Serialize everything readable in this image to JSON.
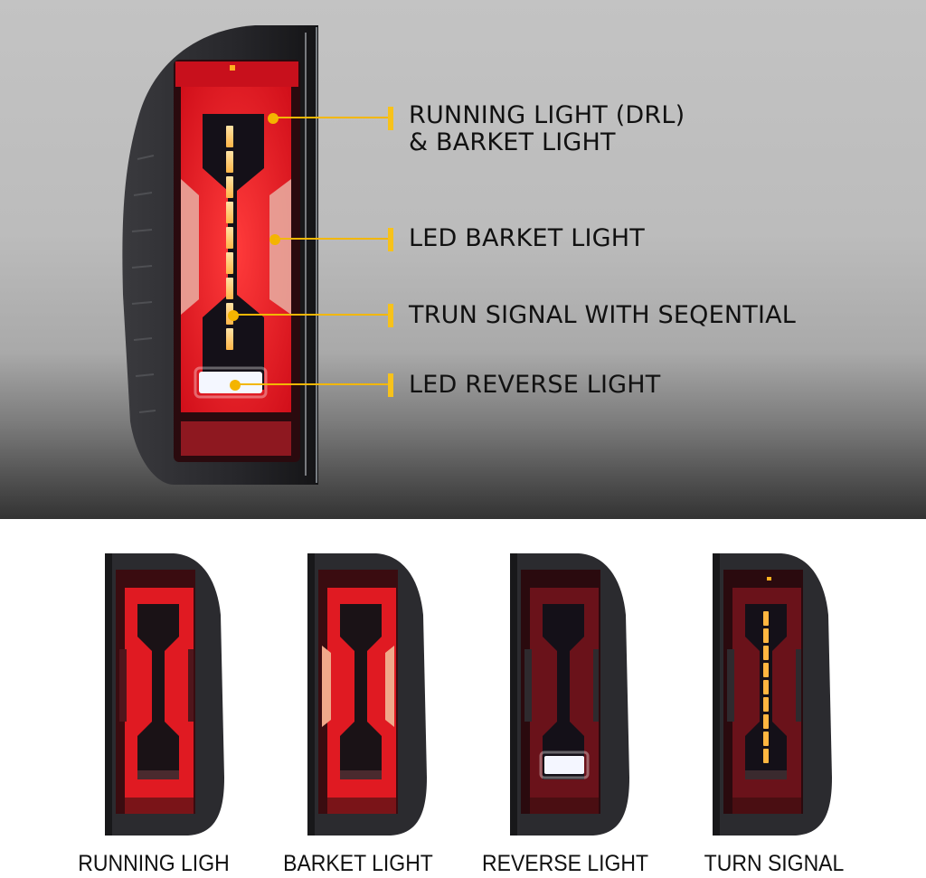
{
  "hero": {
    "callouts": [
      {
        "id": "running-drl",
        "lines": [
          "RUNNING LIGHT (DRL)",
          "& BARKET LIGHT"
        ]
      },
      {
        "id": "led-barket",
        "lines": [
          "LED BARKET LIGHT"
        ]
      },
      {
        "id": "turn-signal",
        "lines": [
          "TRUN SIGNAL WITH SEQENTIAL"
        ]
      },
      {
        "id": "reverse",
        "lines": [
          "LED REVERSE LIGHT"
        ]
      }
    ],
    "accent_color": "#f4b400",
    "background_top": "#c3c3c3",
    "background_bottom": "#333333"
  },
  "gallery": {
    "items": [
      {
        "caption": "RUNNING LIGH",
        "mode": "running"
      },
      {
        "caption": "BARKET LIGHT",
        "mode": "barket"
      },
      {
        "caption": "REVERSE LIGHT",
        "mode": "reverse"
      },
      {
        "caption": "TURN SIGNAL",
        "mode": "turn"
      }
    ]
  }
}
